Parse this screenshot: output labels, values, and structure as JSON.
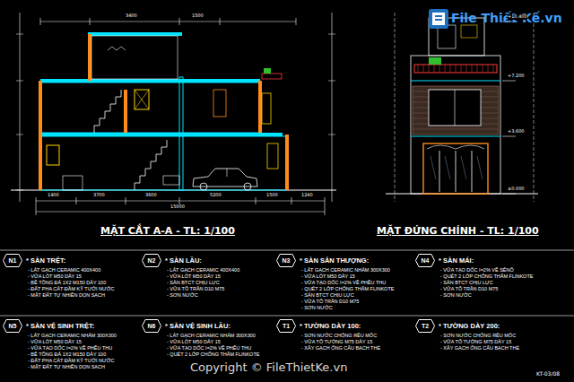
{
  "diagram": {
    "nodes": [
      {
        "text": [
          "N1",
          "* SÀN TRỆT:",
          "- LÁT GẠCH CERAMIC 400X400",
          "- VỮA LÓT M50 DÀY 15",
          "- BÊ TÔNG ĐÁ 1X2 M150 DÀY 100",
          "- ĐẤT PHA CÁT ĐẦM KỸ TƯỚI NƯỚC",
          "- MẶT ĐẤT TỰ NHIÊN DỌN SẠCH"
        ]
      },
      {
        "text": [
          "N2",
          "* SÀN LẦU:",
          "- LÁT GẠCH CERAMIC 400X400",
          "- VỮA LÓT M50 DÀY 15",
          "- SÀN BTCT CHỊU LỰC",
          "- VỮA TÔ TRẦN D10 M75",
          "- SƠN NƯỚC"
        ]
      },
      {
        "text": [
          "N3",
          "* SÀN SÂN THƯỢNG:",
          "- LÁT GẠCH CERAMIC NHÁM 300X300",
          "- VỮA LÓT M50 DÀY 15",
          "- VỮA TẠO DỐC I=2% VỀ PHỄU THU",
          "- QUÉT 2 LỚP CHỐNG THẤM FLINKOTE",
          "- SÀN BTCT CHỊU LỰC",
          "- VỮA TÔ TRẦN D10 M75",
          "- SƠN NƯỚC"
        ]
      },
      {
        "text": [
          "N4",
          "* SÀN MÁI:",
          "- VỮA TẠO DỐC I=2% VỀ SÊNÔ",
          "- QUÉT 2 LỚP CHỐNG THẤM FLINKOTE",
          "- SÀN BTCT CHỊU LỰC",
          "- VỮA TÔ TRẦN D10 M75",
          "- SƠN NƯỚC"
        ]
      },
      {
        "text": [
          "N5",
          "* SÀN VỆ SINH TRỆT:",
          "- LÁT GẠCH CERAMIC NHÁM 300X300",
          "- VỮA LÓT M50 DÀY 15",
          "- VỮA TẠO DỐC I=2% VỀ PHỄU THU",
          "- BÊ TÔNG ĐÁ 1X2 M150 DÀY 100",
          "- ĐẤT PHA CÁT ĐẦM KỸ TƯỚI NƯỚC",
          "- MẶT ĐẤT TỰ NHIÊN DỌN SẠCH"
        ]
      },
      {
        "text": [
          "N6",
          "* SÀN VỆ SINH LẦU:",
          "- LÁT GẠCH CERAMIC NHÁM 300X300",
          "- VỮA LÓT M50 DÀY 15",
          "- VỮA TẠO DỐC I=2% VỀ PHỄU THU",
          "- QUÉT 2 LỚP CHỐNG THẤM FLINKOTE"
        ]
      },
      {
        "text": [
          "T1",
          "* TƯỜNG DÀY 100:",
          "- SƠN NƯỚC CHỐNG RÊU MỐC",
          "- VỮA TÔ TƯỜNG M75 DÀY 15",
          "- XÂY GẠCH ỐNG CẤU BẠCH THẺ"
        ]
      },
      {
        "text": [
          "T2",
          "* TƯỜNG DÀY 200:",
          "- SƠN NƯỚC CHỐNG RÊU MỐC",
          "- VỮA TÔ TƯỜNG M75 DÀY 15",
          "- XÂY GẠCH ỐNG CẤU BẠCH THẺ"
        ]
      }
    ],
    "labels": [
      "MẶT CẮT A-A - TL: 1/100",
      "MẶT ĐỨNG CHÍNH - TL: 1/100",
      "File Thiết Kế.vn",
      "Copyright © FileThietKe.vn",
      "KT-03/08",
      "1400",
      "3700",
      "3600",
      "5200",
      "1500",
      "1240",
      "15000",
      "3400",
      "1500",
      "+10.400",
      "+7.200",
      "+3.600",
      "±0.000"
    ]
  }
}
